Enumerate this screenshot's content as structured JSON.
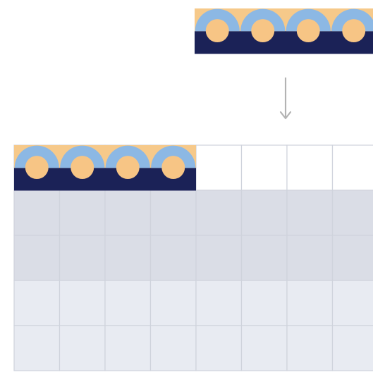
{
  "diagram": {
    "source_strip": {
      "tile_count": 4,
      "tile_icon": "semicircle-arch-tile-icon"
    },
    "arrow": {
      "direction": "down",
      "icon": "arrow-down-icon"
    },
    "target_grid": {
      "columns": 8,
      "rows": 5,
      "placed_tiles": 4,
      "row_shades": [
        "empty",
        "dark",
        "dark",
        "light",
        "light"
      ]
    },
    "colors": {
      "navy": "#1b2257",
      "peach": "#f6c98a",
      "sky_blue": "#8cb8e4",
      "orb": "#f7c585",
      "grid_line": "#cfd3dc",
      "shade_dark": "#dadde6",
      "shade_light": "#e8ebf2",
      "empty_cell": "#ffffff",
      "arrow": "#b3b3b3"
    }
  }
}
